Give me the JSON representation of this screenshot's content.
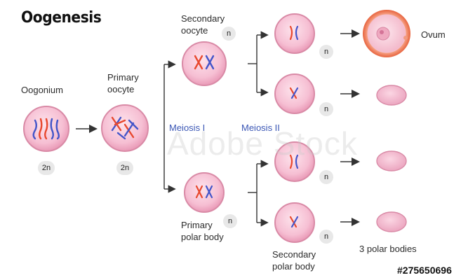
{
  "title": "Oogenesis",
  "labels": {
    "oogonium": "Oogonium",
    "primary_oocyte_1": "Primary",
    "primary_oocyte_2": "oocyte",
    "secondary_oocyte_1": "Secondary",
    "secondary_oocyte_2": "oocyte",
    "meiosis1": "Meiosis I",
    "meiosis2": "Meiosis II",
    "primary_polar_1": "Primary",
    "primary_polar_2": "polar body",
    "secondary_polar_1": "Secondary",
    "secondary_polar_2": "polar body",
    "ovum": "Ovum",
    "three_polar": "3 polar bodies"
  },
  "ploidy": {
    "oogonium": "2n",
    "primary_oocyte": "2n",
    "secondary_oocyte": "n",
    "primary_polar": "n",
    "daughter1": "n",
    "daughter2": "n",
    "daughter3": "n",
    "daughter4": "n"
  },
  "watermark": "Adobe Stock",
  "stock_id": "#275650696",
  "colors": {
    "cell_fill": "#f3b9cf",
    "cell_border": "#d57799",
    "chromosome_red": "#e8482e",
    "chromosome_blue": "#4355c9",
    "ovum_ring": "#f08a6a",
    "accent_blue": "#3b57b5"
  }
}
